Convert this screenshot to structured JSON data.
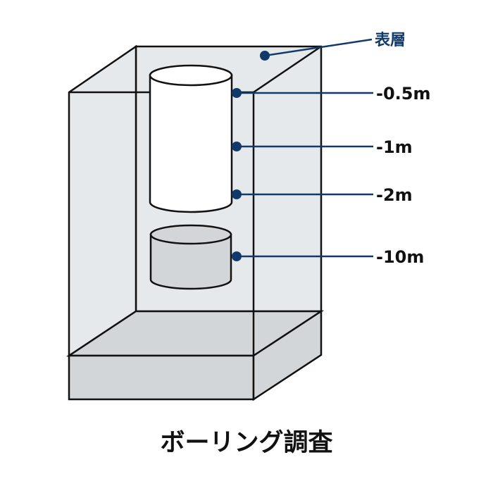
{
  "diagram": {
    "title": "ボーリング調査",
    "labels": {
      "surface": "表層",
      "depth_0_5": "-0.5m",
      "depth_1": "-1m",
      "depth_2": "-2m",
      "depth_10": "-10m"
    }
  },
  "colors": {
    "outline": "#111111",
    "box_fill": "#e6e9ec",
    "floor_fill": "#d3d6d9",
    "cylinder_upper_fill": "#ffffff",
    "cylinder_lower_fill": "#d3d6d9",
    "leader_line": "#113a6b",
    "label_surface": "#113a6b",
    "label_depth": "#111111",
    "title": "#111111"
  }
}
